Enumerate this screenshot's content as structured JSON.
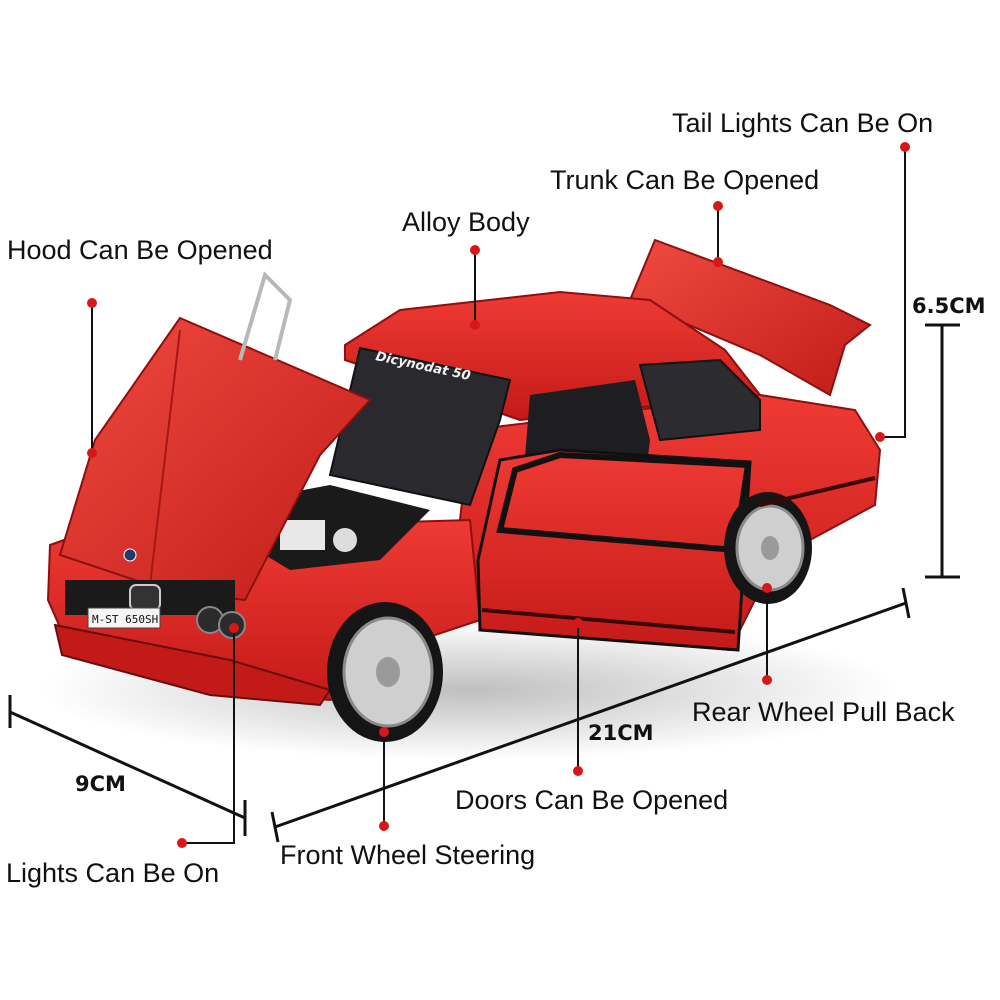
{
  "colors": {
    "car_body": "#e32222",
    "car_shadow": "#a81414",
    "callout_dot": "#d81818",
    "callout_line": "#111111"
  },
  "callouts": {
    "tail_lights": "Tail Lights Can Be On",
    "trunk": "Trunk Can Be Opened",
    "alloy_body": "Alloy Body",
    "hood": "Hood Can Be Opened",
    "rear_wheel": "Rear Wheel Pull Back",
    "doors": "Doors Can Be Opened",
    "front_wheel": "Front Wheel Steering",
    "lights": "Lights Can Be On"
  },
  "dimensions": {
    "height": "6.5CM",
    "length": "21CM",
    "width": "9CM"
  },
  "plates": {
    "front": "M-ST 650SH",
    "windshield_banner": "Dicynodat 50"
  }
}
